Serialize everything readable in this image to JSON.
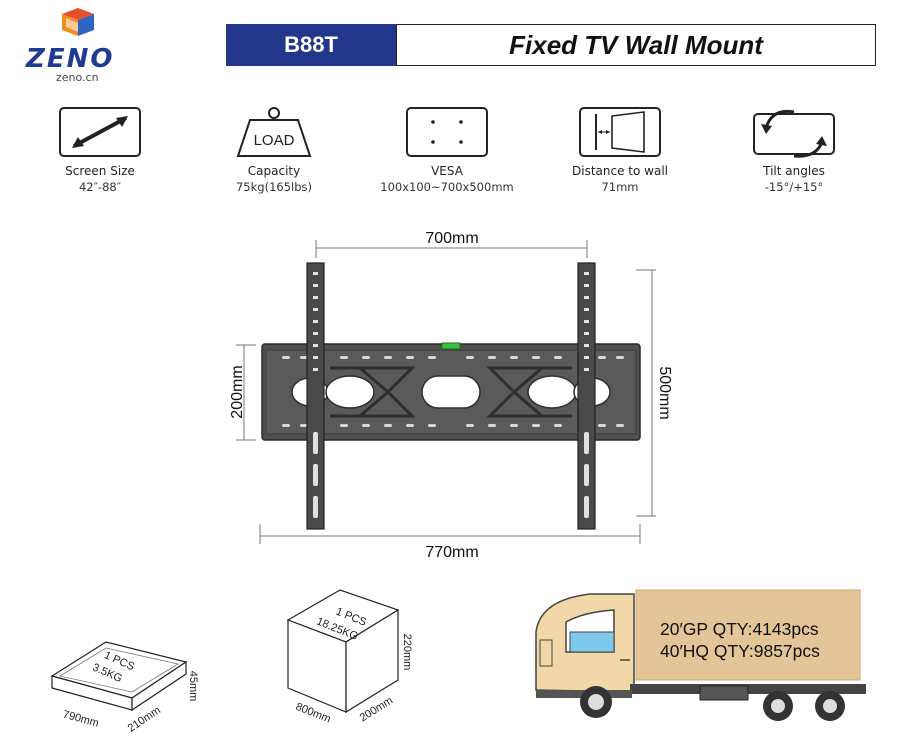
{
  "brand": {
    "name": "ZENO",
    "domain": "zeno.cn"
  },
  "header": {
    "model": "B88T",
    "title": "Fixed TV Wall Mount"
  },
  "specs": [
    {
      "icon": "screen-size-arrow-icon",
      "label": "Screen Size",
      "value": "42″-88″"
    },
    {
      "icon": "load-weight-icon",
      "icon_text": "LOAD",
      "label": "Capacity",
      "value": "75kg(165lbs)"
    },
    {
      "icon": "vesa-pattern-icon",
      "label": "VESA",
      "value": "100x100~700x500mm"
    },
    {
      "icon": "wall-distance-icon",
      "label": "Distance to wall",
      "value": "71mm"
    },
    {
      "icon": "tilt-rotate-icon",
      "label": "Tilt angles",
      "value": "-15°/+15°"
    }
  ],
  "diagram": {
    "vesa_width": "700mm",
    "vesa_height": "500mm",
    "plate_height": "200mm",
    "plate_width": "770mm"
  },
  "packaging": {
    "small_box": {
      "qty": "1 PCS",
      "weight": "3.5KG",
      "length": "790mm",
      "width": "210mm",
      "height": "45mm"
    },
    "carton": {
      "qty": "1 PCS",
      "weight": "18.25KG",
      "length": "800mm",
      "width": "200mm",
      "height": "220mm"
    }
  },
  "container": {
    "line1": "20′GP QTY:4143pcs",
    "line2": "40′HQ QTY:9857pcs"
  },
  "colors": {
    "brand_blue": "#22378b",
    "bracket": "#4a4a4a",
    "truck_cab": "#f2d7a8",
    "cargo": "#e3c597"
  }
}
